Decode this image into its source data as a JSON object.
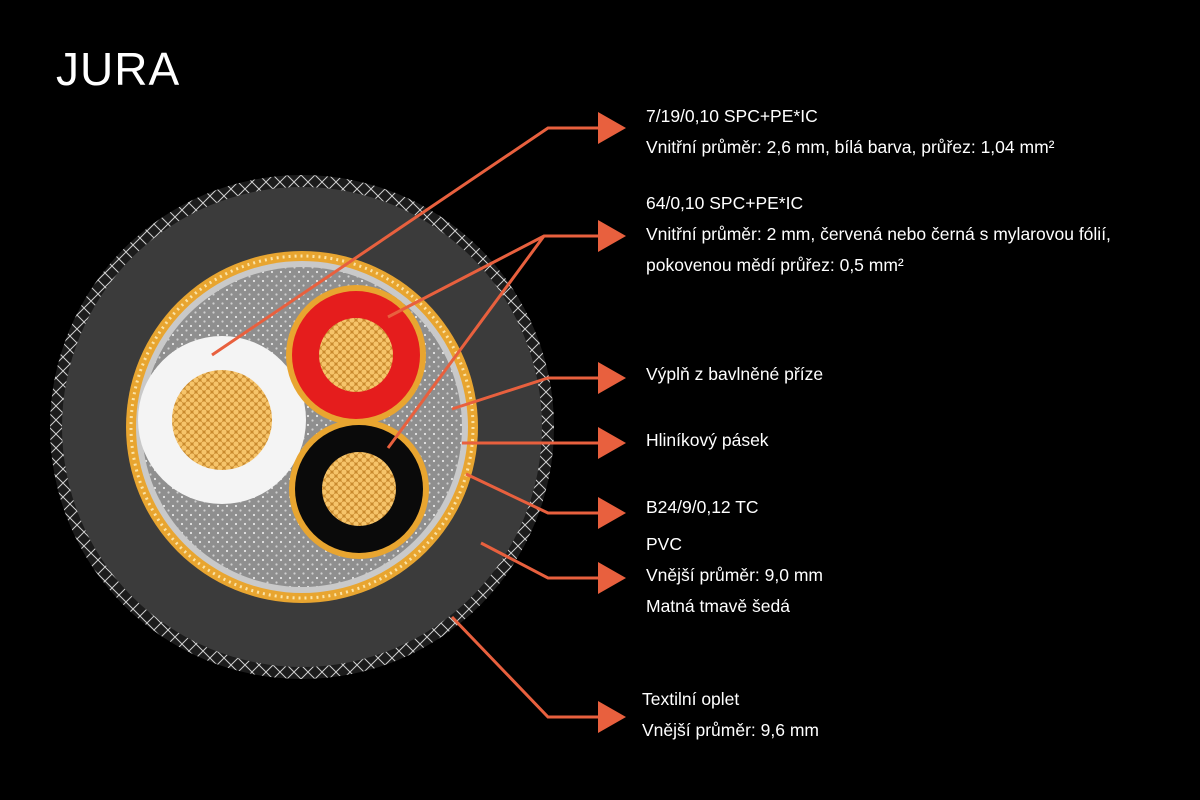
{
  "title": "JURA",
  "colors": {
    "background": "#000000",
    "arrow": "#e8603e",
    "jacket": "#3a3a3a",
    "braid": "#1a1a1a",
    "shield": "#e8a530",
    "filler": "#9a9a9a",
    "core_white": "#f4f4f4",
    "core_red": "#e51d1d",
    "core_black": "#0a0a0a",
    "copper": "#e8a840"
  },
  "labels": [
    {
      "id": "white-core",
      "lines": [
        "7/19/0,10 SPC+PE*IC",
        "Vnitřní průměr: 2,6 mm, bílá barva, průřez: 1,04 mm²"
      ]
    },
    {
      "id": "signal-cores",
      "lines": [
        "64/0,10 SPC+PE*IC",
        "Vnitřní průměr: 2 mm, červená nebo černá s mylarovou fólií,",
        "pokovenou mědí průřez: 0,5 mm²"
      ]
    },
    {
      "id": "filler",
      "lines": [
        "Výplň z bavlněné příze"
      ]
    },
    {
      "id": "aluminium-tape",
      "lines": [
        "Hliníkový pásek"
      ]
    },
    {
      "id": "braid-shield",
      "lines": [
        "B24/9/0,12 TC"
      ]
    },
    {
      "id": "pvc-jacket",
      "lines": [
        "PVC",
        "Vnější průměr: 9,0 mm",
        "Matná tmavě šedá"
      ]
    },
    {
      "id": "textile-braid",
      "lines": [
        "Textilní oplet",
        "Vnější průměr: 9,6 mm"
      ]
    }
  ]
}
